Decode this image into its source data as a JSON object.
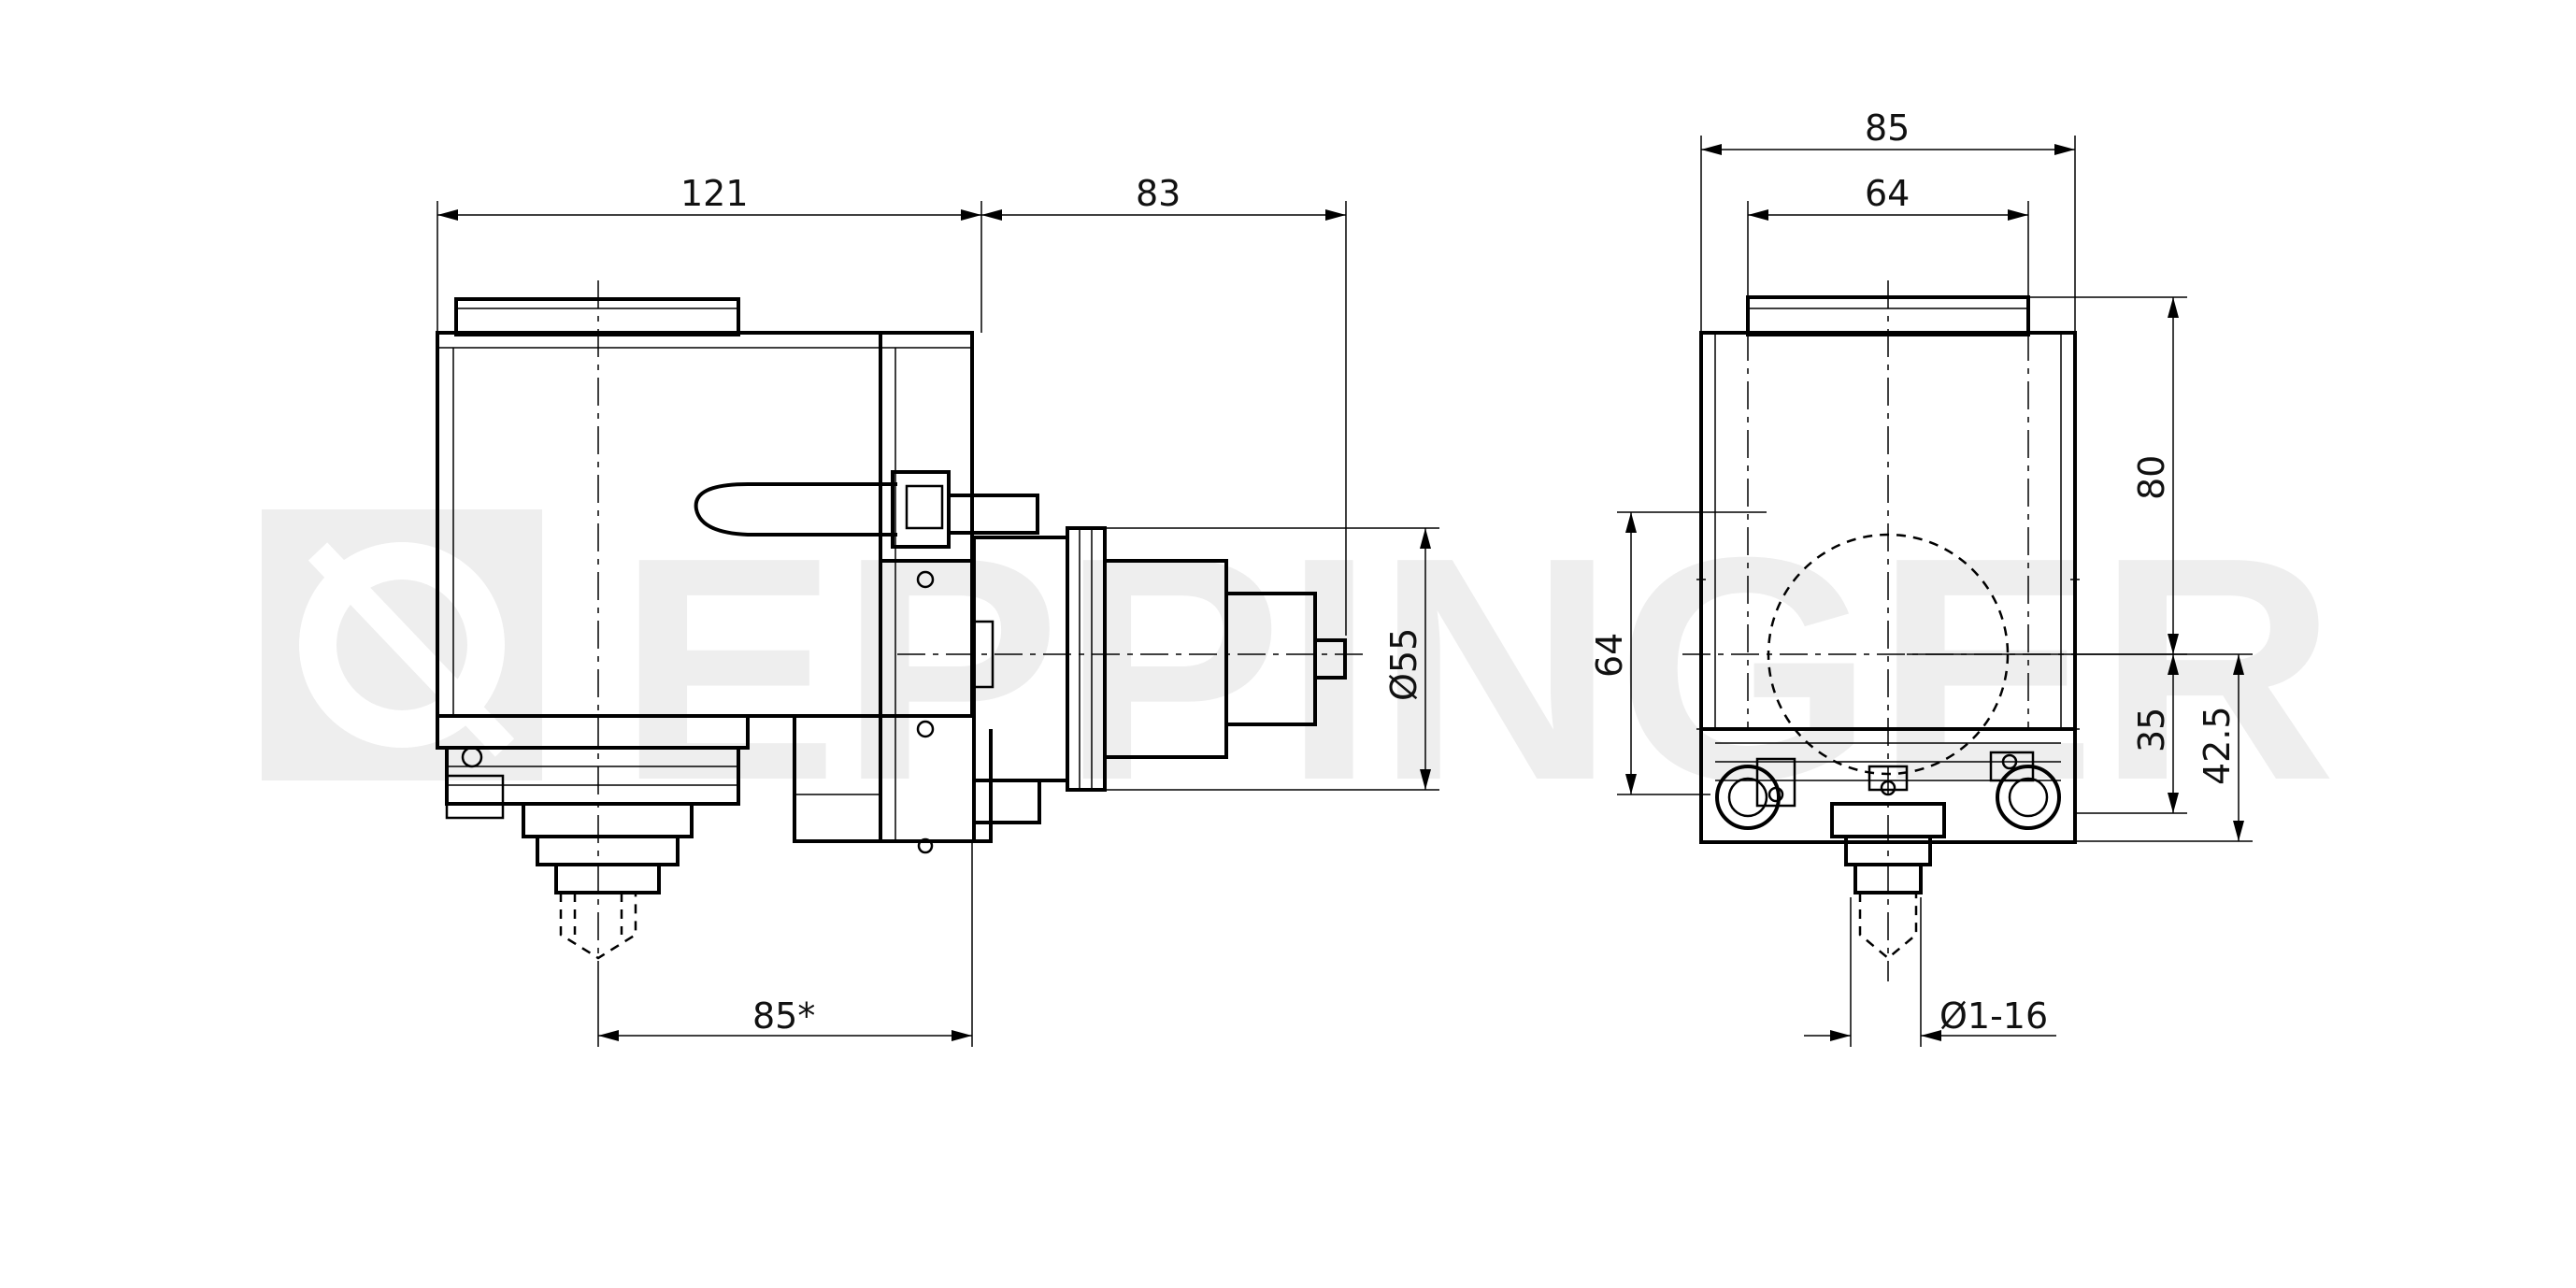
{
  "watermark": {
    "text": "EPPINGER",
    "color": "#eeeeee"
  },
  "dimensions": {
    "d121": "121",
    "d83": "83",
    "d85_bottom": "85*",
    "d55": "Ø55",
    "d85_top": "85",
    "d64_top": "64",
    "d80": "80",
    "d64_side": "64",
    "d35": "35",
    "d42_5": "42.5",
    "d1_16": "Ø1-16"
  },
  "colors": {
    "line": "#000000",
    "background": "#ffffff"
  }
}
